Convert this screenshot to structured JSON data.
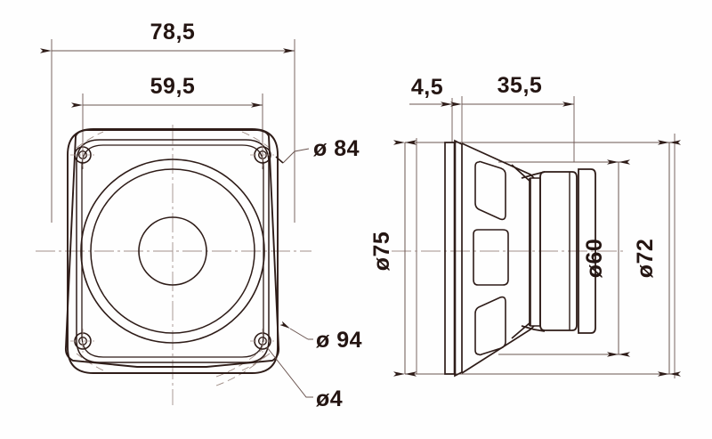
{
  "drawing": {
    "title": "Loudspeaker dimensional drawing",
    "background_color": "#fefefe",
    "line_color": "#2e1c18",
    "thin_line_color": "#6b5550",
    "center_line_color": "#a08d86",
    "views": [
      {
        "name": "front-view",
        "position": "left"
      },
      {
        "name": "side-section-view",
        "position": "right"
      }
    ]
  },
  "front_view": {
    "name": "front-view",
    "dimensions": {
      "overall_width": "78,5",
      "mounting_hole_spacing": "59,5",
      "bolt_circle_label": "ø 84",
      "outer_diameter_label": "ø 94",
      "hole_diameter_label": "ø4"
    },
    "features": [
      {
        "name": "square-flange-outline",
        "kind": "rounded-square"
      },
      {
        "name": "flange-inner-outline",
        "kind": "rounded-square"
      },
      {
        "name": "cone-surround-circle",
        "kind": "circle"
      },
      {
        "name": "cone-circle",
        "kind": "circle"
      },
      {
        "name": "dustcap-circle",
        "kind": "circle"
      },
      {
        "name": "mounting-hole-top-left",
        "kind": "hole"
      },
      {
        "name": "mounting-hole-top-right",
        "kind": "hole"
      },
      {
        "name": "mounting-hole-bottom-left",
        "kind": "hole"
      },
      {
        "name": "mounting-hole-bottom-right",
        "kind": "hole"
      }
    ]
  },
  "side_view": {
    "name": "side-section-view",
    "dimensions": {
      "flange_thickness": "4,5",
      "body_depth": "35,5",
      "flange_diameter_label": "ø75",
      "magnet_diameter_label": "ø60",
      "basket_diameter_label": "ø72"
    },
    "features": [
      {
        "name": "front-flange-plate",
        "kind": "plate"
      },
      {
        "name": "basket-frame",
        "kind": "frame"
      },
      {
        "name": "basket-window-top",
        "kind": "window"
      },
      {
        "name": "basket-window-middle",
        "kind": "window"
      },
      {
        "name": "basket-window-bottom",
        "kind": "window"
      },
      {
        "name": "magnet-assembly",
        "kind": "magnet"
      },
      {
        "name": "pole-piece",
        "kind": "pole"
      },
      {
        "name": "cone-profile-line",
        "kind": "line"
      }
    ]
  },
  "labels": {
    "width_78_5": "78,5",
    "width_59_5": "59,5",
    "dia_84": "ø 84",
    "dia_94": "ø 94",
    "dia_4": "ø4",
    "depth_4_5": "4,5",
    "depth_35_5": "35,5",
    "dia_75": "ø75",
    "dia_60": "ø60",
    "dia_72": "ø72"
  }
}
